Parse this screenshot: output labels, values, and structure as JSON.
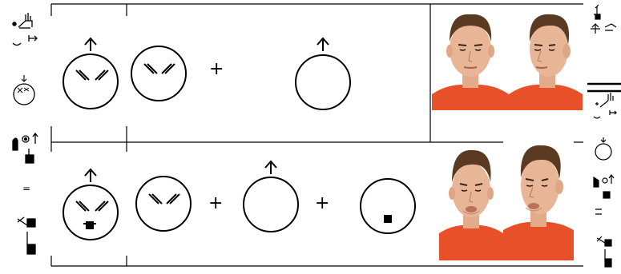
{
  "symbols": {
    "plus": "+",
    "equals": "="
  },
  "rows": [
    {
      "id": "top",
      "equation": [
        "face-head-up",
        "face-squint",
        "+",
        "face-head-up-blank"
      ],
      "photos": [
        "frontal-neutral-squint",
        "turned-squint"
      ]
    },
    {
      "id": "bottom",
      "equation": [
        "face-head-up-squint-mouth",
        "face-squint",
        "+",
        "face-head-up-blank",
        "+",
        "face-mouth"
      ],
      "photos": [
        "frontal-pout",
        "turned-pout"
      ]
    }
  ],
  "colors": {
    "line": "#000000",
    "shirt": "#e8502a",
    "skin": "#e8b596",
    "hair": "#5a3a22",
    "background": "#ffffff"
  }
}
